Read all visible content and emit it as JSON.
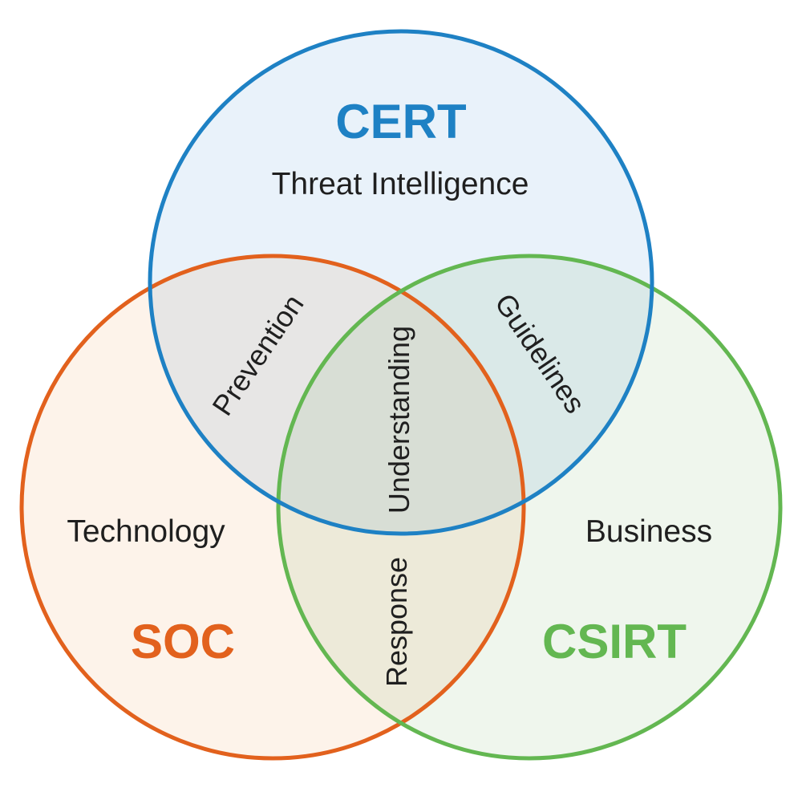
{
  "diagram": {
    "type": "venn",
    "background_color": "#ffffff",
    "text_color": "#1f1f1f",
    "sets": [
      {
        "name": "CERT",
        "keyword": "Threat Intelligence",
        "position": "top",
        "stroke_color": "#1e81c4",
        "fill_color": "#e9f2fa"
      },
      {
        "name": "SOC",
        "keyword": "Technology",
        "position": "bottom-left",
        "stroke_color": "#e2611d",
        "fill_color": "#fdf3ea"
      },
      {
        "name": "CSIRT",
        "keyword": "Business",
        "position": "bottom-right",
        "stroke_color": "#63b751",
        "fill_color": "#eff6ed"
      }
    ],
    "intersections": [
      {
        "sets": [
          "CERT",
          "SOC"
        ],
        "label": "Prevention"
      },
      {
        "sets": [
          "CERT",
          "CSIRT"
        ],
        "label": "Guidelines"
      },
      {
        "sets": [
          "SOC",
          "CSIRT"
        ],
        "label": "Response"
      },
      {
        "sets": [
          "CERT",
          "SOC",
          "CSIRT"
        ],
        "label": "Understanding"
      }
    ]
  }
}
